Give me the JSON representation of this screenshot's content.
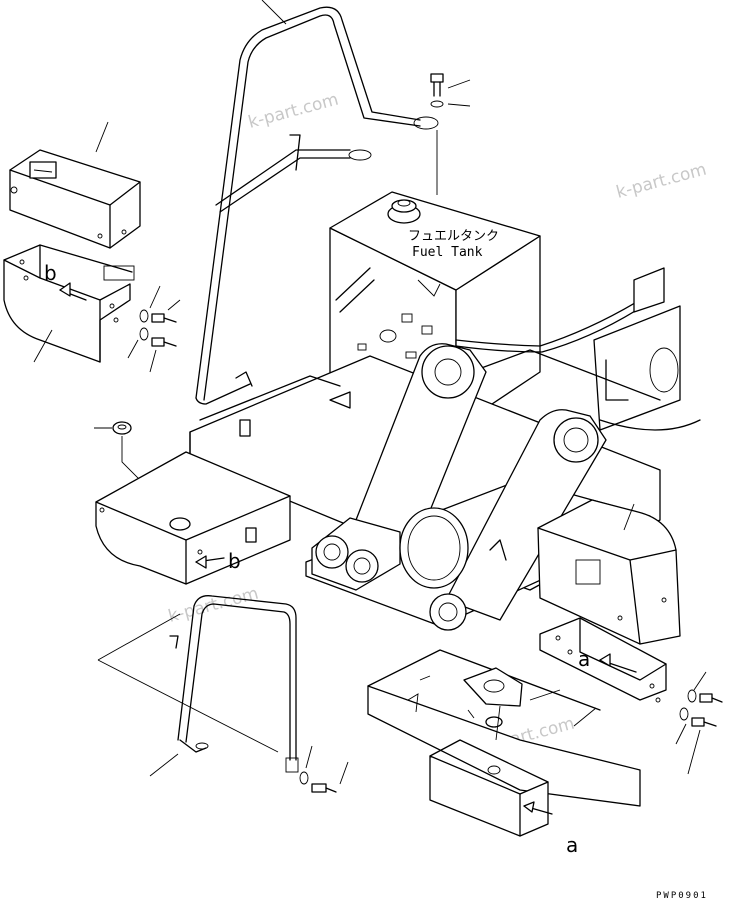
{
  "watermarks": [
    "k-part.com",
    "k-part.com",
    "k-part.com",
    "k-part.com"
  ],
  "tank_label_jp": "フュエルタンク",
  "tank_label_en": "Fuel Tank",
  "arrow_labels": {
    "b_upper": "b",
    "b_lower": "b",
    "a_right": "a",
    "a_bottom": "a"
  },
  "drawing_code": "PWP0901"
}
